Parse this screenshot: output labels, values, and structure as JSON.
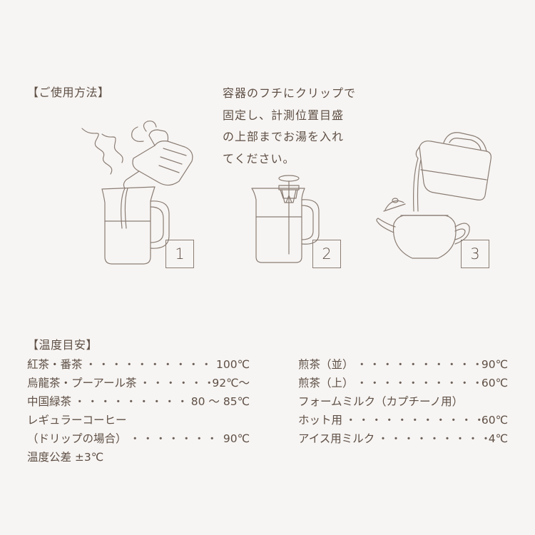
{
  "usage": {
    "heading": "【ご使用方法】",
    "instruction_lines": [
      "容器のフチにクリップで",
      "固定し、計測位置目盛",
      "の上部までお湯を入れ",
      "てください。"
    ],
    "steps": [
      "1",
      "2",
      "3"
    ]
  },
  "temperature": {
    "heading": "【温度目安】",
    "left_column": [
      {
        "label": "紅茶・番茶",
        "value": "100℃"
      },
      {
        "label": "烏龍茶・プーアール茶",
        "value": "92℃〜"
      },
      {
        "label": "中国緑茶",
        "value": "80 〜 85℃"
      },
      {
        "label": "レギュラーコーヒー",
        "value": ""
      },
      {
        "label": "（ドリップの場合）",
        "value": "90℃"
      },
      {
        "label": "温度公差 ±3℃",
        "value": ""
      }
    ],
    "right_column": [
      {
        "label": "煎茶（並）",
        "value": "90℃"
      },
      {
        "label": "煎茶（上）",
        "value": "60℃"
      },
      {
        "label": "フォームミルク（カプチーノ用）",
        "value": ""
      },
      {
        "label": "ホット用",
        "value": "60℃"
      },
      {
        "label": "アイス用ミルク",
        "value": "4℃"
      }
    ]
  },
  "colors": {
    "text": "#5e4f45",
    "line": "#8a7d74",
    "background": "#f7f5f3"
  }
}
